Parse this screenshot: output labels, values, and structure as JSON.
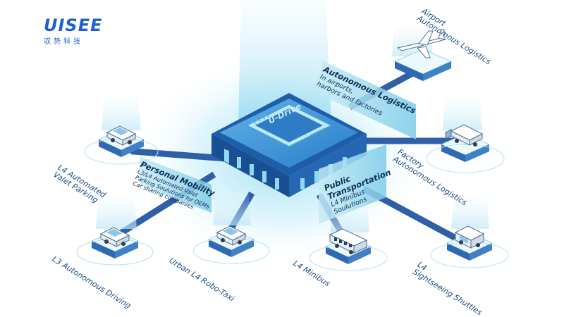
{
  "brand": {
    "name": "UISEE",
    "subtitle": "驭势科技"
  },
  "chip": {
    "label": "U-Drive"
  },
  "panels": {
    "logistics": {
      "title": "Autonomous Logistics",
      "line1": "In airports,",
      "line2": "harbors and factories"
    },
    "personal": {
      "title": "Personal Mobility",
      "line1": "L3/L4 Automated Valet",
      "line2": "Parking Soulutions for OEMs",
      "line3": "Car sharing companies"
    },
    "public": {
      "title1": "Public",
      "title2": "Transportation",
      "line1": "L4 Minibus",
      "line2": "Soulutions"
    }
  },
  "nodes": {
    "airport": {
      "line1": "Airport",
      "line2": "Autonomous Logistics",
      "icon": "airplane-icon"
    },
    "factory": {
      "line1": "Factory",
      "line2": "Autonomous Logistics",
      "icon": "truck-icon"
    },
    "valet": {
      "line1": "L4 Automated",
      "line2": "Valet Parking",
      "icon": "car-icon"
    },
    "l3": {
      "line1": "L3 Autonomous Driving",
      "icon": "car-icon"
    },
    "robotaxi": {
      "line1": "Urban L4 Robo-Taxi",
      "icon": "car-icon"
    },
    "minibus": {
      "line1": "L4 Minibus",
      "icon": "bus-icon"
    },
    "shuttle": {
      "line1": "L4",
      "line2": "Sightseeing Shuttles",
      "icon": "shuttle-icon"
    }
  },
  "colors": {
    "brand": "#1f5fd1",
    "hub": "#2a6fc0",
    "pad": "#dff2fb",
    "connector": "#2e5fa8",
    "panel": "#9ad4ec"
  }
}
